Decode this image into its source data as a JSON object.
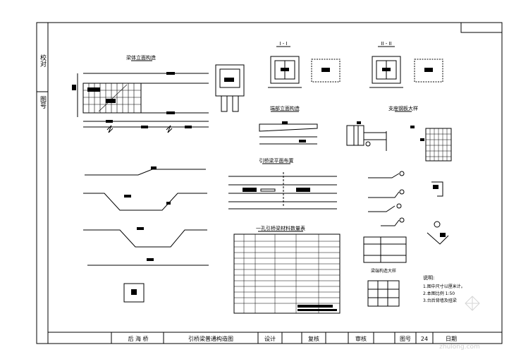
{
  "side_panel": {
    "label_top": "校对",
    "label_bottom": "图号"
  },
  "title_block": {
    "project": "后 海 桥",
    "drawing_name": "引桥梁普通构造图",
    "design": "设计",
    "review": "复核",
    "approve": "审核",
    "figure_no_label": "图号",
    "figure_no": "24",
    "date_label": "日期"
  },
  "section_titles": {
    "section_1": "I - I",
    "section_2": "II - II",
    "elevation": "梁体立面构造",
    "end_view": "端部立面构造",
    "half_plan": "引桥梁平面布置",
    "rebar_table": "一孔引桥梁材料数量表",
    "detail_a": "梁端构造大样",
    "detail_b": "支座钢板大样"
  },
  "notes": {
    "heading": "说明:",
    "lines": [
      "1.图中尺寸以厘米计。",
      "2.本图比例 1:50",
      "3.台后背墙及扭梁"
    ]
  },
  "watermark": "zhulong.com"
}
